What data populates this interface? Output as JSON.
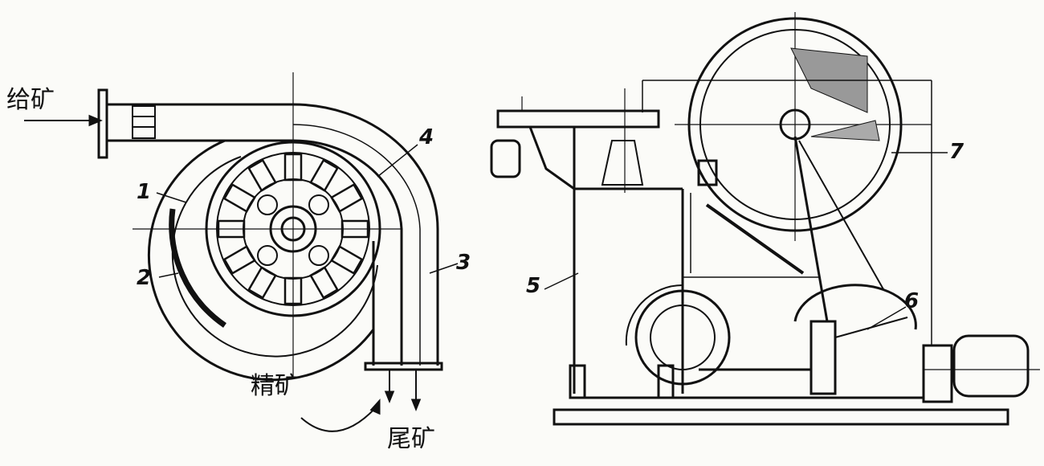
{
  "labels": {
    "feed": "给矿",
    "concentrate": "精矿",
    "tailings": "尾矿"
  },
  "part_numbers": [
    "1",
    "2",
    "3",
    "4",
    "5",
    "6",
    "7"
  ],
  "colors": {
    "ink": "#111111",
    "paper": "#fbfbf8"
  }
}
